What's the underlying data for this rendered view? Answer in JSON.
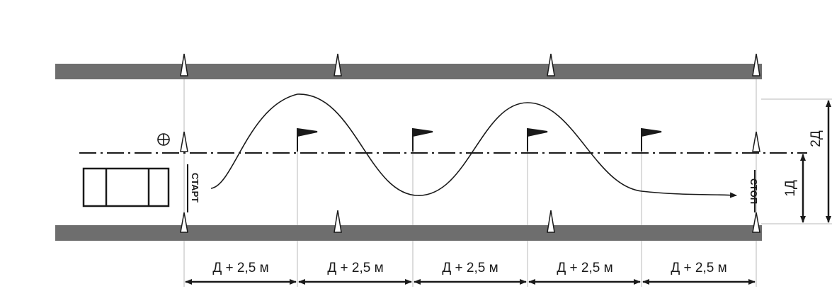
{
  "labels": {
    "start": "СТАРТ",
    "stop": "СТОП",
    "width_full": "2Д",
    "width_half": "1Д",
    "marker_symbol": "⊕"
  },
  "segments": [
    "Д + 2,5 м",
    "Д + 2,5 м",
    "Д + 2,5 м",
    "Д + 2,5 м",
    "Д + 2,5 м"
  ],
  "colors": {
    "road_edge": "#6e6e6e",
    "lines": "#1a1a1a",
    "guide": "#b8b8b8",
    "cone": "#ffffff"
  },
  "icons": [
    "cone-icon",
    "flag-icon",
    "car-icon",
    "crosshair-icon"
  ]
}
